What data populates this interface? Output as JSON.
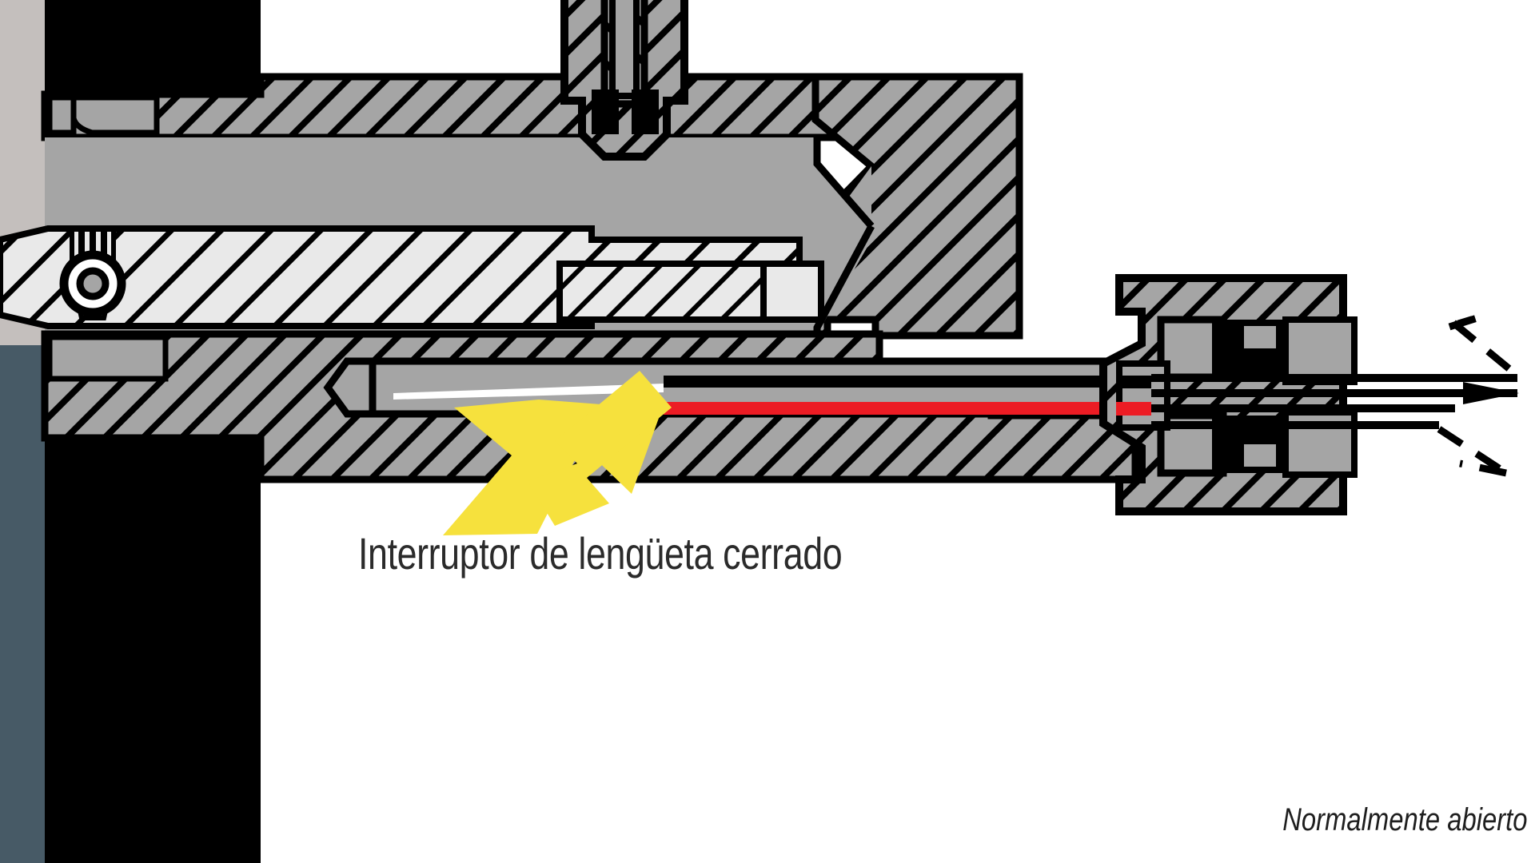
{
  "figure": {
    "kind": "technical-cross-section-diagram",
    "subject": "Cilindro neumático con interruptor de lengüeta (reed switch)",
    "background_color": "#ffffff"
  },
  "labels": {
    "main_caption": "Interruptor de lengüeta cerrado",
    "corner_caption": "Normalmente abierto"
  },
  "callout": {
    "arrow_color": "#f6e13d",
    "arrow_points_to": "reed-switch-contact",
    "direction": "up-right"
  },
  "colors": {
    "body_gray": "#a5a5a5",
    "light_gray": "#e9e9e9",
    "outline_black": "#000000",
    "wire_red": "#ec1c24",
    "wire_white": "#ffffff",
    "seal_black": "#000000",
    "side_band_upper": "#c4bfbd",
    "side_band_lower": "#475a66",
    "yellow": "#f6e13d",
    "caption_text": "#2b2b2b"
  },
  "parts": [
    {
      "id": "mounting-wall",
      "name": "Pared de montaje / soporte",
      "fill": "#000000"
    },
    {
      "id": "side-band-upper",
      "name": "Banda lateral superior",
      "fill": "#c4bfbd"
    },
    {
      "id": "side-band-lower",
      "name": "Banda lateral inferior",
      "fill": "#475a66"
    },
    {
      "id": "cylinder-barrel",
      "name": "Camisa del cilindro",
      "fill": "#a5a5a5"
    },
    {
      "id": "piston-rod",
      "name": "Vástago del pistón",
      "fill": "#e9e9e9"
    },
    {
      "id": "inner-bolt",
      "name": "Perno interior",
      "fill": "#e9e9e9"
    },
    {
      "id": "port-fitting",
      "name": "Racor de puerto superior",
      "fill": "#a5a5a5"
    },
    {
      "id": "port-seals",
      "name": "Juntas tóricas del racor",
      "fill": "#000000"
    },
    {
      "id": "end-cap",
      "name": "Tapa trasera del cilindro",
      "fill": "#a5a5a5"
    },
    {
      "id": "sensor-housing",
      "name": "Alojamiento del sensor",
      "fill": "#a5a5a5"
    },
    {
      "id": "reed-switch",
      "name": "Interruptor de lengüeta",
      "fill": "#ffffff"
    },
    {
      "id": "wire-red",
      "name": "Conductor rojo",
      "fill": "#ec1c24"
    },
    {
      "id": "wire-black",
      "name": "Conductor negro",
      "fill": "#000000"
    },
    {
      "id": "connector-potting",
      "name": "Encapsulado del conector",
      "fill": "#000000"
    },
    {
      "id": "cable",
      "name": "Cable de salida",
      "fill": "#ffffff"
    },
    {
      "id": "break-symbol",
      "name": "Símbolo de rotura del cable",
      "fill": "#000000"
    }
  ]
}
